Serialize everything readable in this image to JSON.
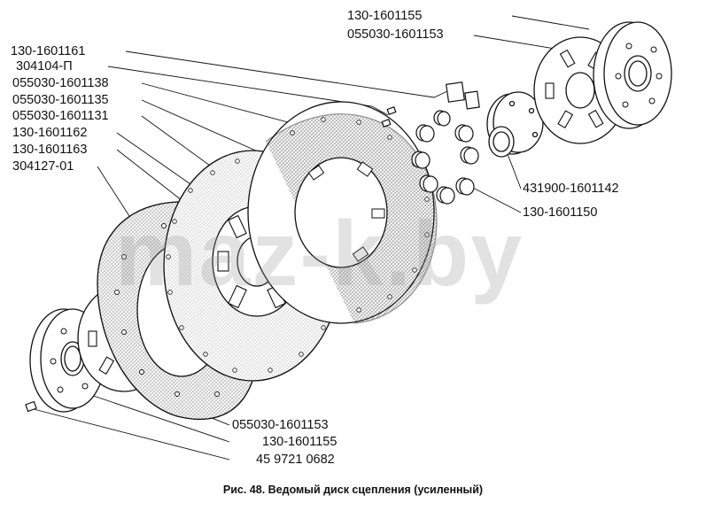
{
  "labels": {
    "l01": "130-1601161",
    "l02": "304104-П",
    "l03": "055030-1601138",
    "l04": "055030-1601135",
    "l05": "055030-1601131",
    "l06": "130-1601162",
    "l07": "130-1601163",
    "l08": "304127-01",
    "r01": "130-1601155",
    "r02": "055030-1601153",
    "r03": "431900-1601142",
    "r04": "130-1601150",
    "b01": "055030-1601153",
    "b02": "130-1601155",
    "b03": "45 9721 0682"
  },
  "caption": "Рис. 48. Ведомый диск сцепления (усиленный)",
  "watermark": "maz-k.by",
  "colors": {
    "ink": "#111111",
    "hatch": "#555555",
    "watermark": "#9a9a9a"
  }
}
